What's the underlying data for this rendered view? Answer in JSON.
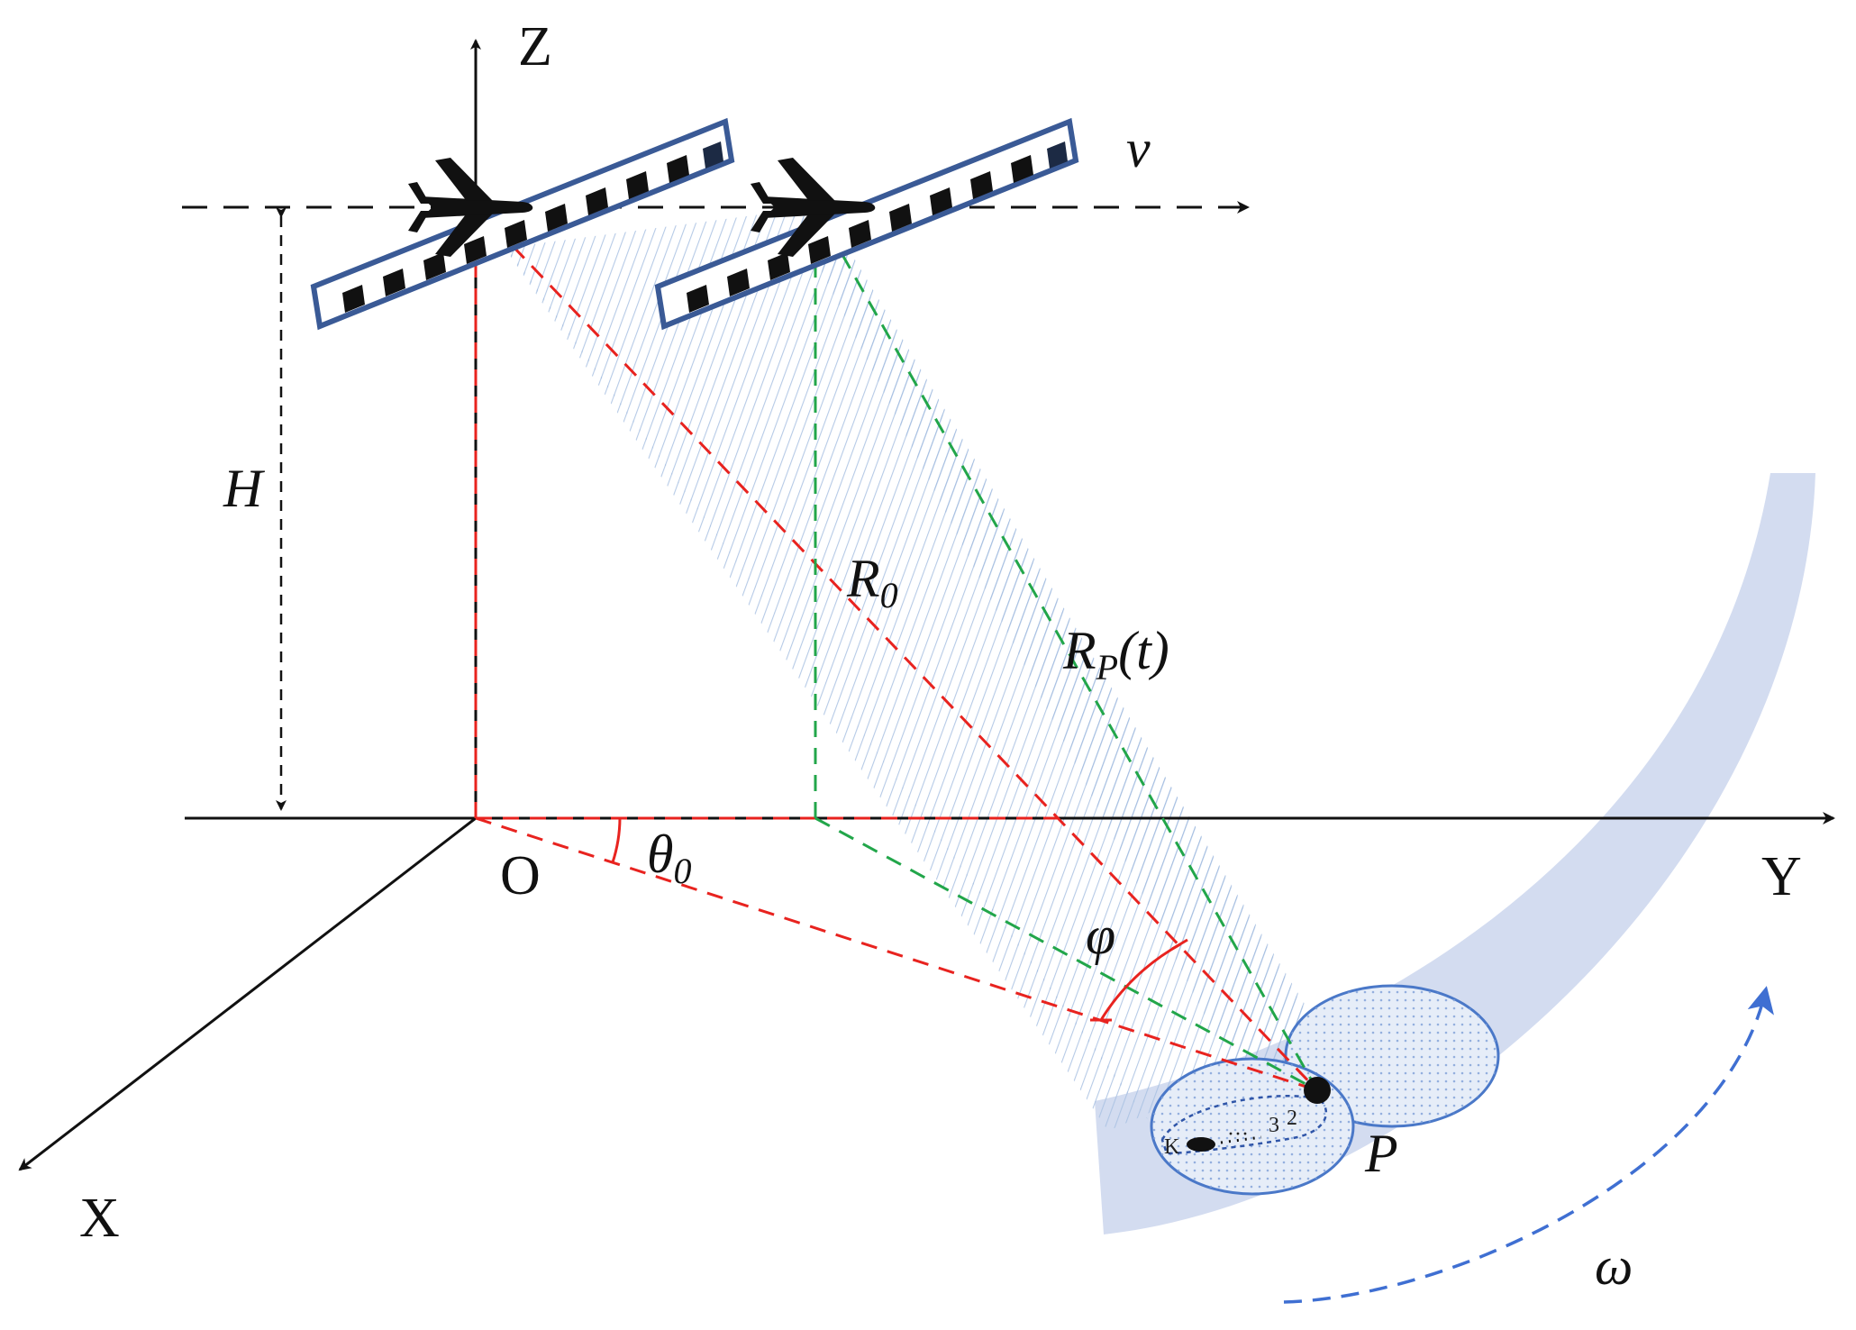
{
  "axes": {
    "z": "Z",
    "y": "Y",
    "x": "X",
    "origin": "O"
  },
  "labels": {
    "velocity": "v",
    "height": "H",
    "slant_range_base": "R",
    "slant_range_sub": "0",
    "range_p_base": "R",
    "range_p_sub": "P",
    "range_p_suffix": "(t)",
    "theta_base": "θ",
    "theta_sub": "0",
    "phi": "φ",
    "point": "P",
    "omega": "ω",
    "beam_k": "K",
    "beam_dots": "···",
    "beam_3": "3",
    "beam_2": "2"
  },
  "colors": {
    "axis": "#111111",
    "antenna_frame": "#3a5a96",
    "antenna_element": "#111111",
    "red_path": "#e8231f",
    "green_path": "#22a64a",
    "beam_hatch": "#a9c1e2",
    "arc_band": "#d3dcf0",
    "ellipse_fill": "#e6edf8",
    "ellipse_stroke": "#4a78c8",
    "omega_arrow": "#3f6fd2"
  }
}
